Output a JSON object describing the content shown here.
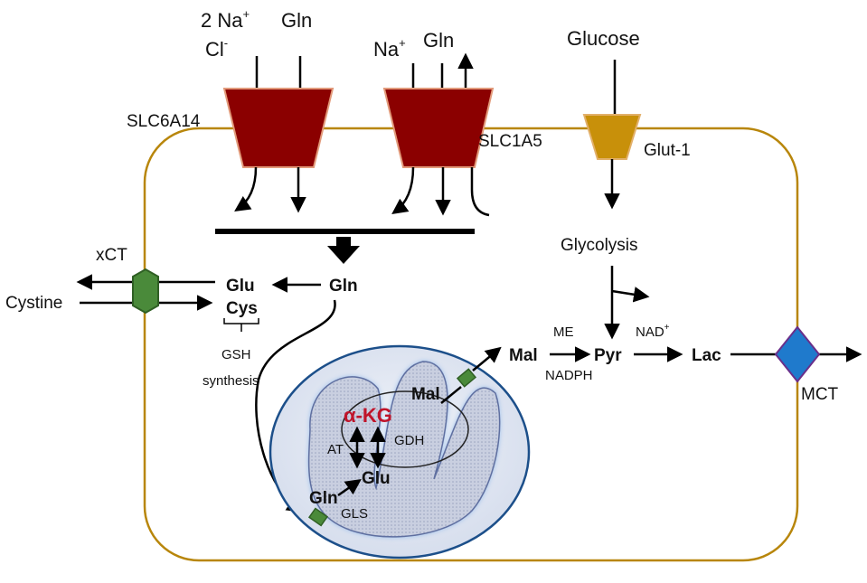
{
  "colors": {
    "cell_membrane": "#b8860b",
    "transporter_red": "#8b0000",
    "glut_gold": "#c8900a",
    "xct_green": "#4a8a3a",
    "mct_blue": "#1f7acc",
    "alpha_kg": "#c0142a",
    "mito_glow": "#4a90e2"
  },
  "inputs": {
    "slc6a14_na": "2 Na",
    "slc6a14_na_sup": "+",
    "slc6a14_cl": "Cl",
    "slc6a14_cl_sup": "-",
    "slc6a14_gln": "Gln",
    "slc1a5_na": "Na",
    "slc1a5_na_sup": "+",
    "slc1a5_gln": "Gln",
    "glucose": "Glucose"
  },
  "transporters": {
    "slc6a14": "SLC6A14",
    "slc1a5": "SLC1A5",
    "glut1": "Glut-1",
    "xct": "xCT",
    "mct": "MCT"
  },
  "cytosol": {
    "gln": "Gln",
    "glu": "Glu",
    "cys": "Cys",
    "cystine": "Cystine",
    "gsh_line1": "GSH",
    "gsh_line2": "synthesis",
    "glycolysis": "Glycolysis",
    "mal": "Mal",
    "me": "ME",
    "nadph": "NADPH",
    "pyr": "Pyr",
    "nad": "NAD",
    "nad_sup": "+",
    "lac": "Lac"
  },
  "mitochondrion": {
    "mal": "Mal",
    "alpha_kg": "α-KG",
    "at": "AT",
    "gdh": "GDH",
    "glu": "Glu",
    "gln": "Gln",
    "gls": "GLS"
  }
}
